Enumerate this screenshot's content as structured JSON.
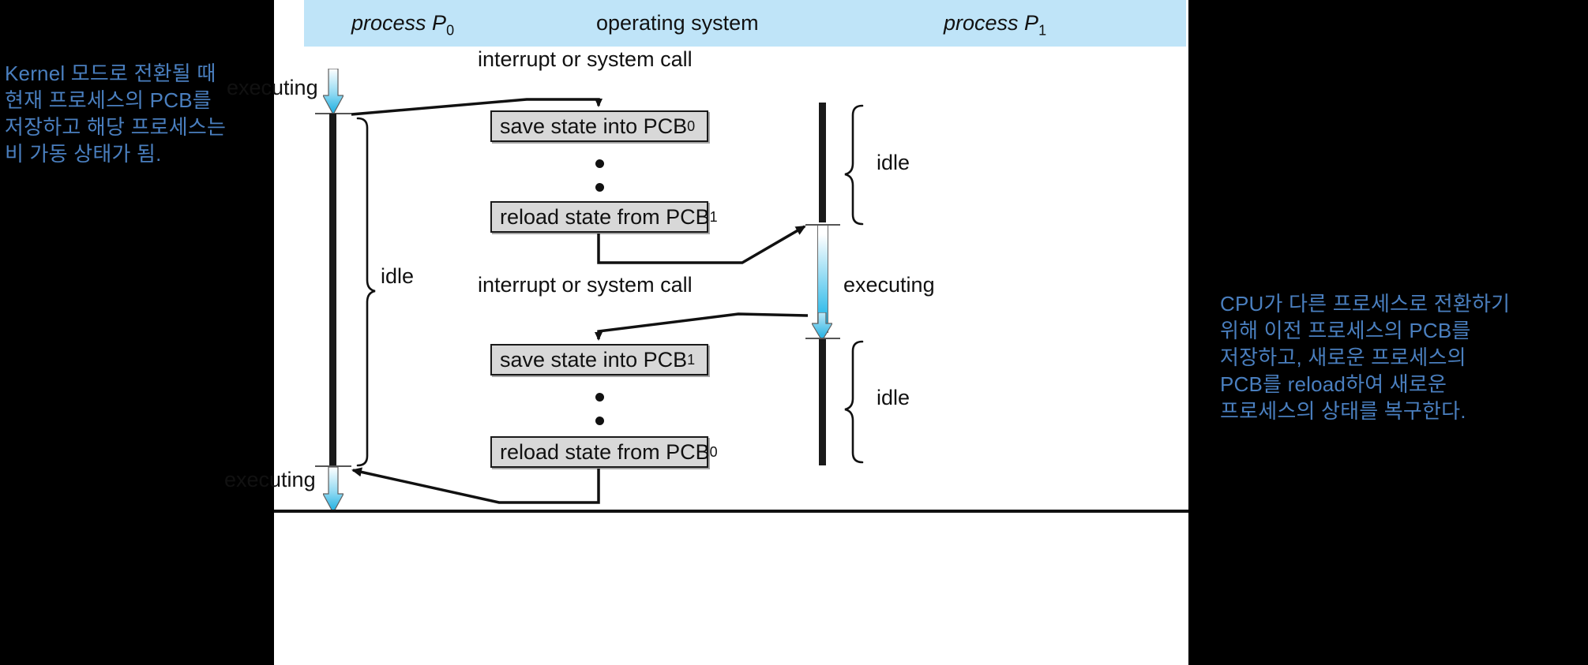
{
  "annotations": {
    "left": "Kernel 모드로 전환될 때\n현재 프로세스의 PCB를\n저장하고 해당 프로세스는\n비 가동 상태가 됨.",
    "right": "CPU가 다른 프로세스로 전환하기\n위해 이전 프로세스의 PCB를\n저장하고, 새로운 프로세스의\nPCB를 reload하여 새로운\n프로세스의 상태를 복구한다.",
    "color": "#4a7fbf"
  },
  "figure": {
    "header": {
      "background": "#bfe4f8",
      "process_p0": "process P",
      "process_p0_sub": "0",
      "operating_system": "operating system",
      "process_p1": "process P",
      "process_p1_sub": "1"
    },
    "events": {
      "interrupt_1": "interrupt or system call",
      "interrupt_2": "interrupt or system call"
    },
    "boxes": [
      {
        "id": "save0",
        "text": "save state into PCB",
        "sub": "0"
      },
      {
        "id": "reload1",
        "text": "reload state from PCB",
        "sub": "1"
      },
      {
        "id": "save1",
        "text": "save state into PCB",
        "sub": "1"
      },
      {
        "id": "reload0",
        "text": "reload state from PCB",
        "sub": "0"
      }
    ],
    "labels": {
      "executing_p0_top": "executing",
      "executing_p0_bottom": "executing",
      "executing_p1": "executing",
      "idle_p0": "idle",
      "idle_p1_top": "idle",
      "idle_p1_bottom": "idle"
    },
    "colors": {
      "box_fill": "#d8d8d8",
      "box_border": "#1a1a1a",
      "timeline": "#1a1a1a",
      "arrow_blue": "#26b7e8",
      "panel_bg": "#ffffff",
      "page_bg": "#000000"
    }
  }
}
